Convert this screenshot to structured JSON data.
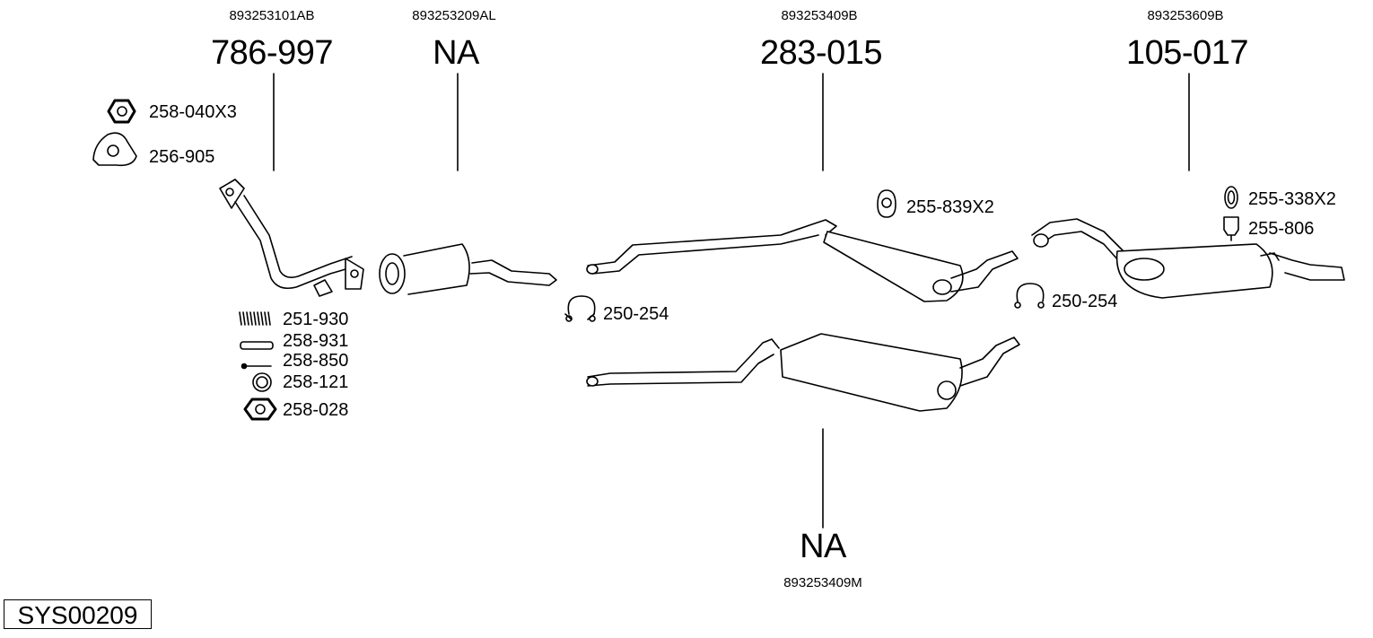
{
  "parts": [
    {
      "oem": "893253101AB",
      "number": "786-997"
    },
    {
      "oem": "893253209AL",
      "number": "NA"
    },
    {
      "oem": "893253409B",
      "number": "283-015"
    },
    {
      "oem": "893253609B",
      "number": "105-017"
    },
    {
      "oem": "893253409M",
      "number": "NA"
    }
  ],
  "accessories": {
    "nut_x3": "258-040X3",
    "gasket": "256-905",
    "spring": "251-930",
    "sleeve": "258-931",
    "bolt": "258-850",
    "ring": "258-121",
    "nut": "258-028",
    "clamp_left": "250-254",
    "hanger_mid": "255-839X2",
    "clamp_right": "250-254",
    "rubber_ring": "255-338X2",
    "rubber_mount": "255-806"
  },
  "system_code": "SYS00209"
}
